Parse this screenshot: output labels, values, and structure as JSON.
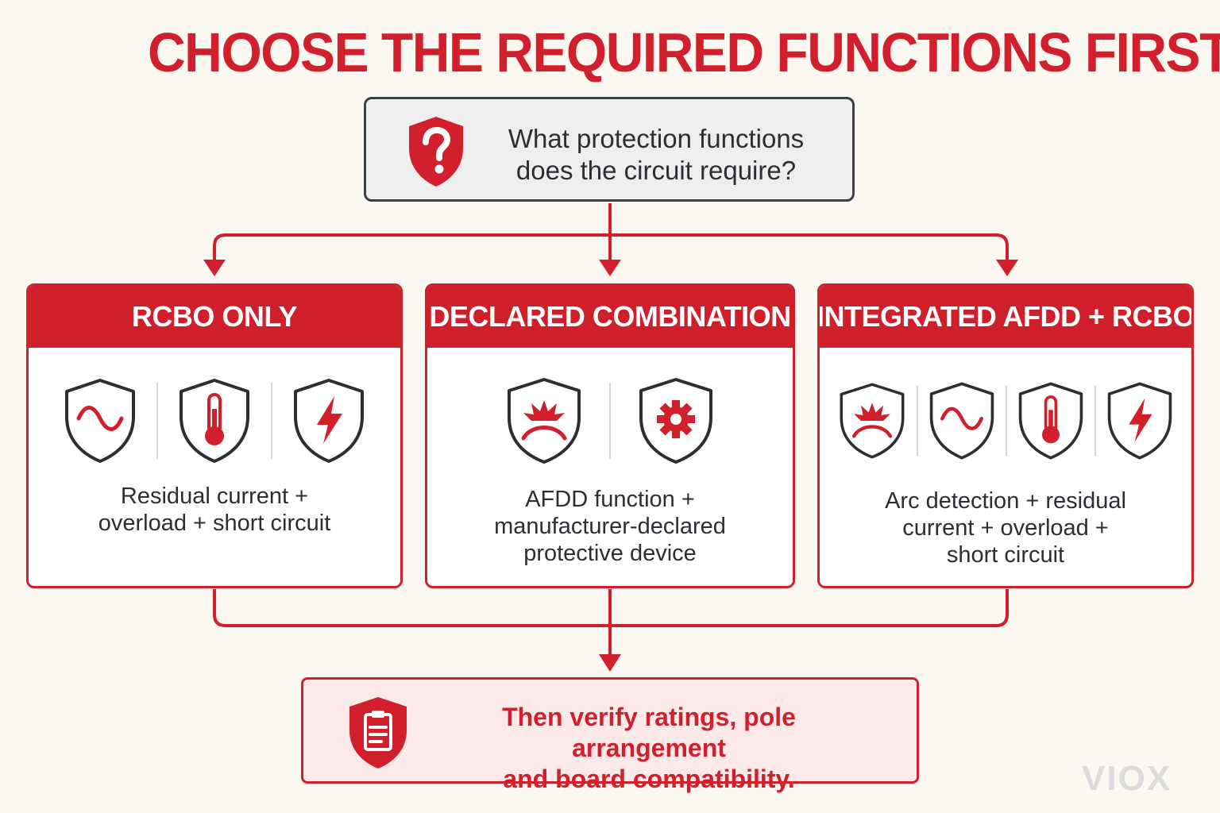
{
  "title": "CHOOSE THE REQUIRED FUNCTIONS FIRST",
  "question": {
    "lines": [
      "What protection functions",
      "does the circuit require?"
    ],
    "icon": "shield-question-icon"
  },
  "options": [
    {
      "header": "RCBO ONLY",
      "icons": [
        "sine-wave-shield-icon",
        "thermometer-shield-icon",
        "lightning-shield-icon"
      ],
      "description": [
        "Residual current +",
        "overload + short circuit"
      ]
    },
    {
      "header": "DECLARED COMBINATION",
      "icons": [
        "arc-flash-shield-icon",
        "gear-shield-icon"
      ],
      "description": [
        "AFDD function +",
        "manufacturer-declared",
        "protective device"
      ]
    },
    {
      "header": "INTEGRATED AFDD + RCBO",
      "icons": [
        "arc-flash-shield-icon",
        "sine-wave-shield-icon",
        "thermometer-shield-icon",
        "lightning-shield-icon"
      ],
      "description": [
        "Arc detection + residual",
        "current + overload +",
        "short circuit"
      ]
    }
  ],
  "final": {
    "lines": [
      "Then verify ratings, pole arrangement",
      "and board compatibility."
    ],
    "icon": "clipboard-shield-icon"
  },
  "brand": "VIOX",
  "colors": {
    "accent": "#d11f2b",
    "dark": "#2b2f33",
    "background": "#fbf8f1",
    "question_fill": "#eeeeee",
    "final_fill": "#fbe9ea"
  }
}
